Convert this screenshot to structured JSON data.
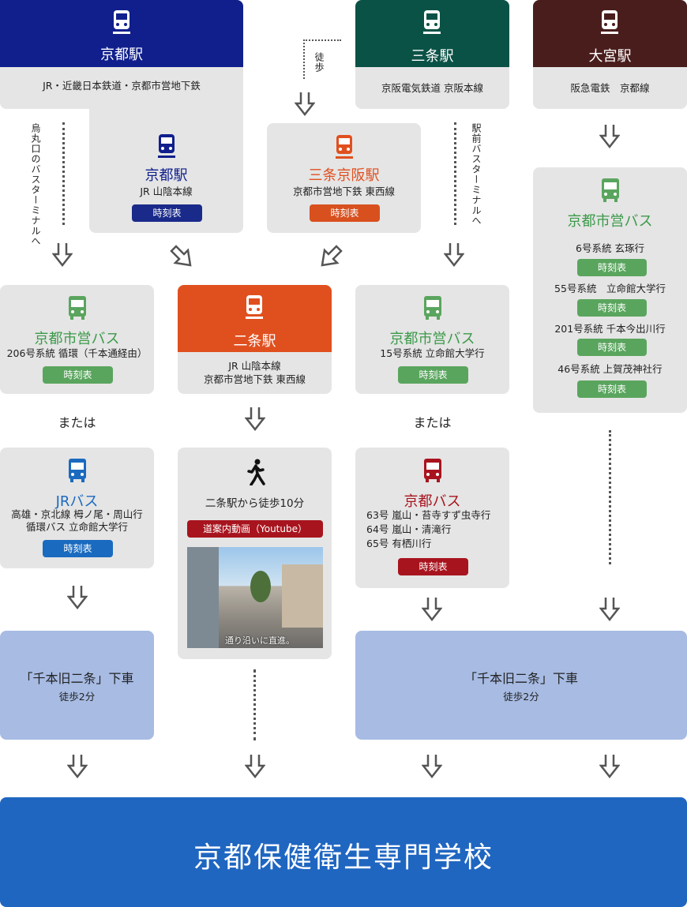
{
  "kyoto_station": {
    "title": "京都駅",
    "lines": "JR・近畿日本鉄道・京都市営地下鉄"
  },
  "sanjo_station": {
    "title": "三条駅",
    "lines": "京阪電気鉄道 京阪本線"
  },
  "omiya_station": {
    "title": "大宮駅",
    "lines": "阪急電鉄　京都線"
  },
  "walk_label": "徒歩",
  "karasuma_label": "烏丸口のバスターミナルへ",
  "ekimae_label": "駅前バスターミナルへ",
  "kyoto_jr": {
    "title": "京都駅",
    "lines": "JR 山陰本線",
    "button": "時刻表"
  },
  "sanjo_keihan": {
    "title": "三条京阪駅",
    "lines": "京都市営地下鉄 東西線",
    "button": "時刻表"
  },
  "omiya_bus": {
    "title": "京都市営バス",
    "routes": [
      {
        "name": "6号系統 玄琢行",
        "button": "時刻表"
      },
      {
        "name": "55号系統　立命館大学行",
        "button": "時刻表"
      },
      {
        "name": "201号系統 千本今出川行",
        "button": "時刻表"
      },
      {
        "name": "46号系統 上賀茂神社行",
        "button": "時刻表"
      }
    ]
  },
  "left_bus": {
    "title": "京都市営バス",
    "route": "206号系統 循環（千本通経由）",
    "button": "時刻表"
  },
  "nijo_station": {
    "title": "二条駅",
    "line1": "JR 山陰本線",
    "line2": "京都市営地下鉄 東西線"
  },
  "mid_bus": {
    "title": "京都市営バス",
    "route": "15号系統 立命館大学行",
    "button": "時刻表"
  },
  "or_left": "または",
  "or_mid": "または",
  "jr_bus": {
    "title": "JRバス",
    "line1": "高雄・京北線 栂ノ尾・周山行",
    "line2": "循環バス 立命館大学行",
    "button": "時刻表"
  },
  "walk_box": {
    "text": "二条駅から徒歩10分",
    "button": "道案内動画（Youtube）",
    "caption": "通り沿いに直進。"
  },
  "kyoto_bus": {
    "title": "京都バス",
    "routes": [
      "63号 嵐山・苔寺すず虫寺行",
      "64号 嵐山・清滝行",
      "65号 有栖川行"
    ],
    "button": "時刻表"
  },
  "stop_left": {
    "title": "「千本旧二条」下車",
    "walk": "徒歩2分"
  },
  "stop_right": {
    "title": "「千本旧二条」下車",
    "walk": "徒歩2分"
  },
  "destination": "京都保健衛生専門学校",
  "colors": {
    "navy": "#101f8c",
    "green_dark": "#0b5246",
    "brown": "#4a1d1d",
    "orange": "#e0501f",
    "bus_green": "#3c9a4a",
    "jr_blue": "#1a6abf",
    "red": "#a8141e",
    "lightblue": "#a7bbe3",
    "dest_blue": "#1f66c1"
  }
}
